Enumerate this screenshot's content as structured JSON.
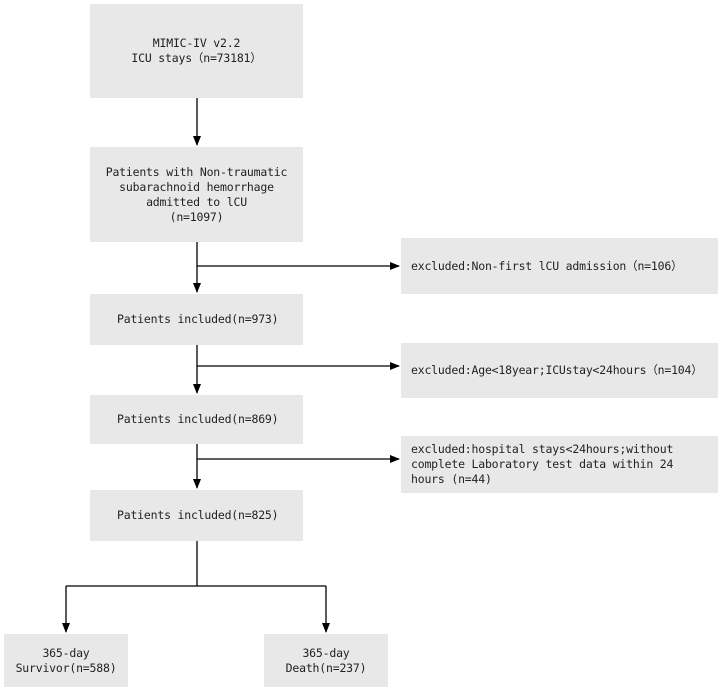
{
  "boxes": {
    "source": {
      "lines": [
        "MIMIC-IV v2.2",
        "ICU stays（n=73181）"
      ]
    },
    "sah": {
      "lines": [
        "Patients with  Non-traumatic",
        "subarachnoid hemorrhage",
        "admitted to lCU",
        "(n=1097)"
      ]
    },
    "included_1": {
      "lines": [
        "Patients included(n=973)"
      ]
    },
    "included_2": {
      "lines": [
        "Patients included(n=869)"
      ]
    },
    "included_3": {
      "lines": [
        "Patients included(n=825)"
      ]
    },
    "survivor": {
      "lines": [
        "365-day",
        "Survivor(n=588)"
      ]
    },
    "death": {
      "lines": [
        "365-day",
        "Death(n=237)"
      ]
    }
  },
  "exclusions": {
    "excl_1": {
      "lines": [
        "excluded:Non-first lCU admission（n=106）"
      ]
    },
    "excl_2": {
      "lines": [
        "excluded:Age<18year;ICUstay<24hours（n=104）"
      ]
    },
    "excl_3": {
      "lines": [
        "excluded:hospital stays<24hours;without",
        "complete Laboratory test data within 24",
        "hours (n=44)"
      ]
    }
  },
  "colors": {
    "box_fill": "#e8e8e8",
    "arrow": "#000000",
    "text": "#222222"
  }
}
